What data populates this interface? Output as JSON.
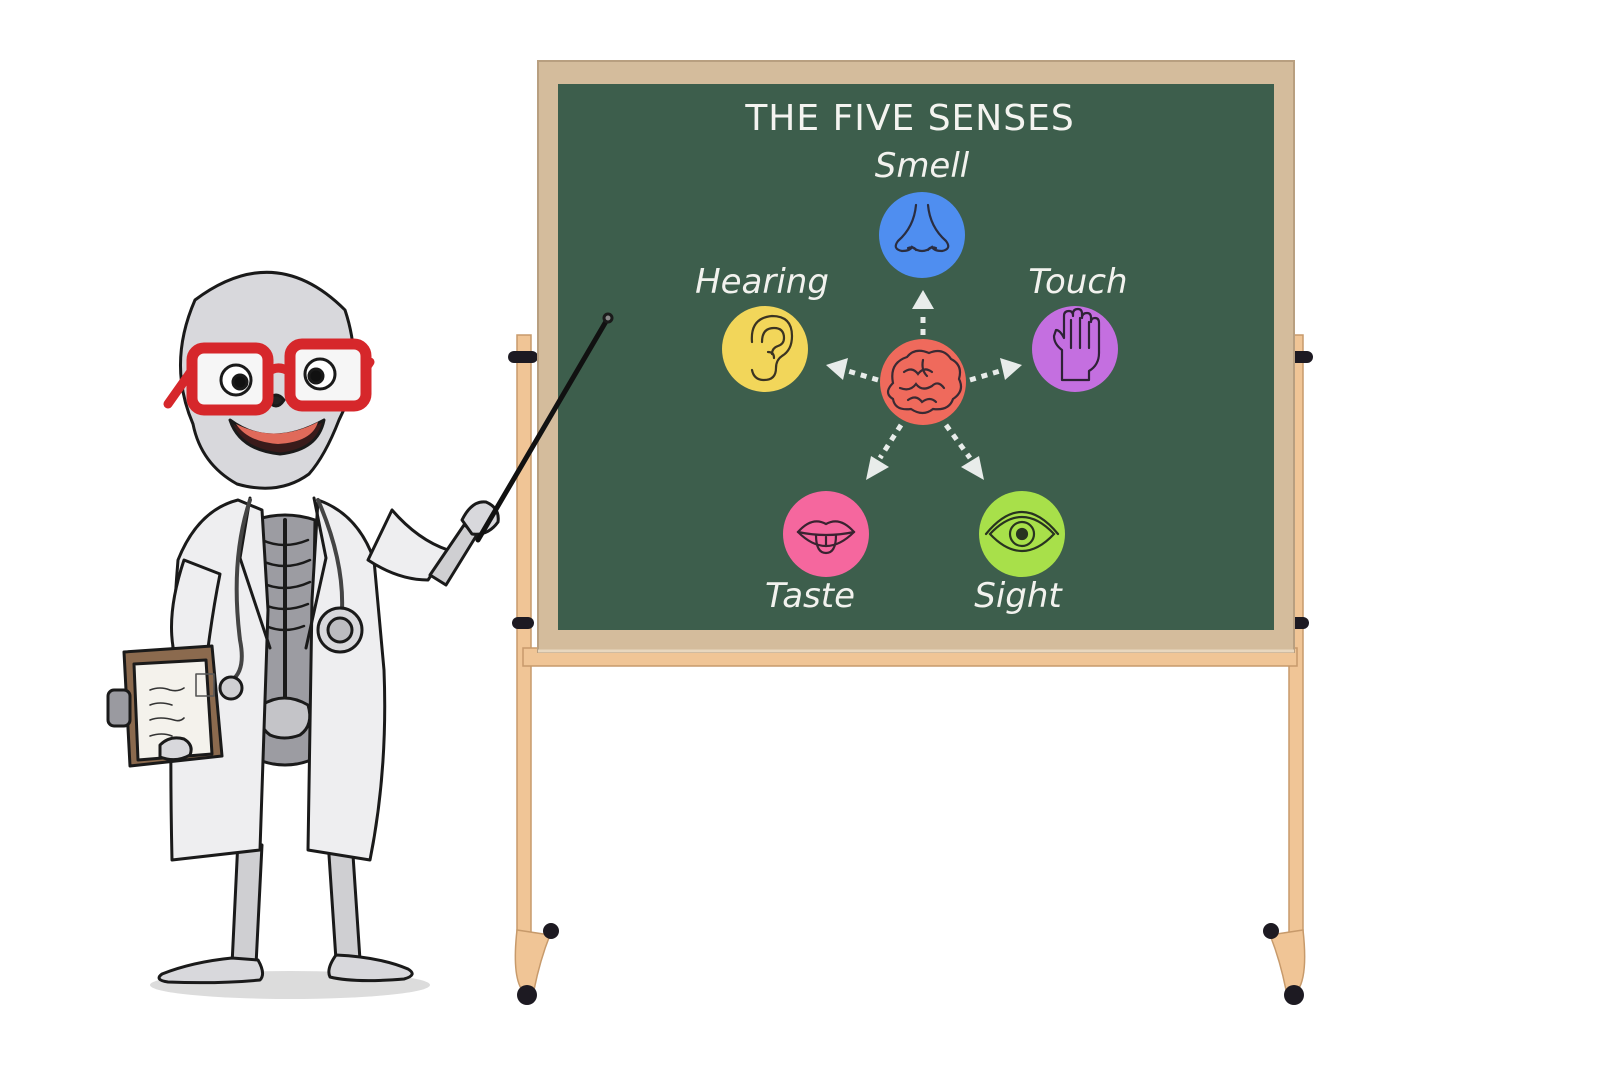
{
  "board": {
    "title": "THE FIVE SENSES",
    "center": {
      "name": "brain-icon",
      "color": "#ef6a5c"
    },
    "senses": [
      {
        "label": "Smell",
        "icon": "nose-icon",
        "color": "#4f8ef0"
      },
      {
        "label": "Hearing",
        "icon": "ear-icon",
        "color": "#f2d65a"
      },
      {
        "label": "Touch",
        "icon": "hand-icon",
        "color": "#c46fe0"
      },
      {
        "label": "Taste",
        "icon": "mouth-icon",
        "color": "#f5679e"
      },
      {
        "label": "Sight",
        "icon": "eye-icon",
        "color": "#a8e04a"
      }
    ],
    "colors": {
      "board": "#3d5e4c",
      "frame": "#d4bc9c",
      "stand": "#f0c596",
      "arrows": "#e8ecea"
    }
  },
  "character": {
    "name": "skeleton-doctor",
    "glasses_color": "#d6272b"
  }
}
